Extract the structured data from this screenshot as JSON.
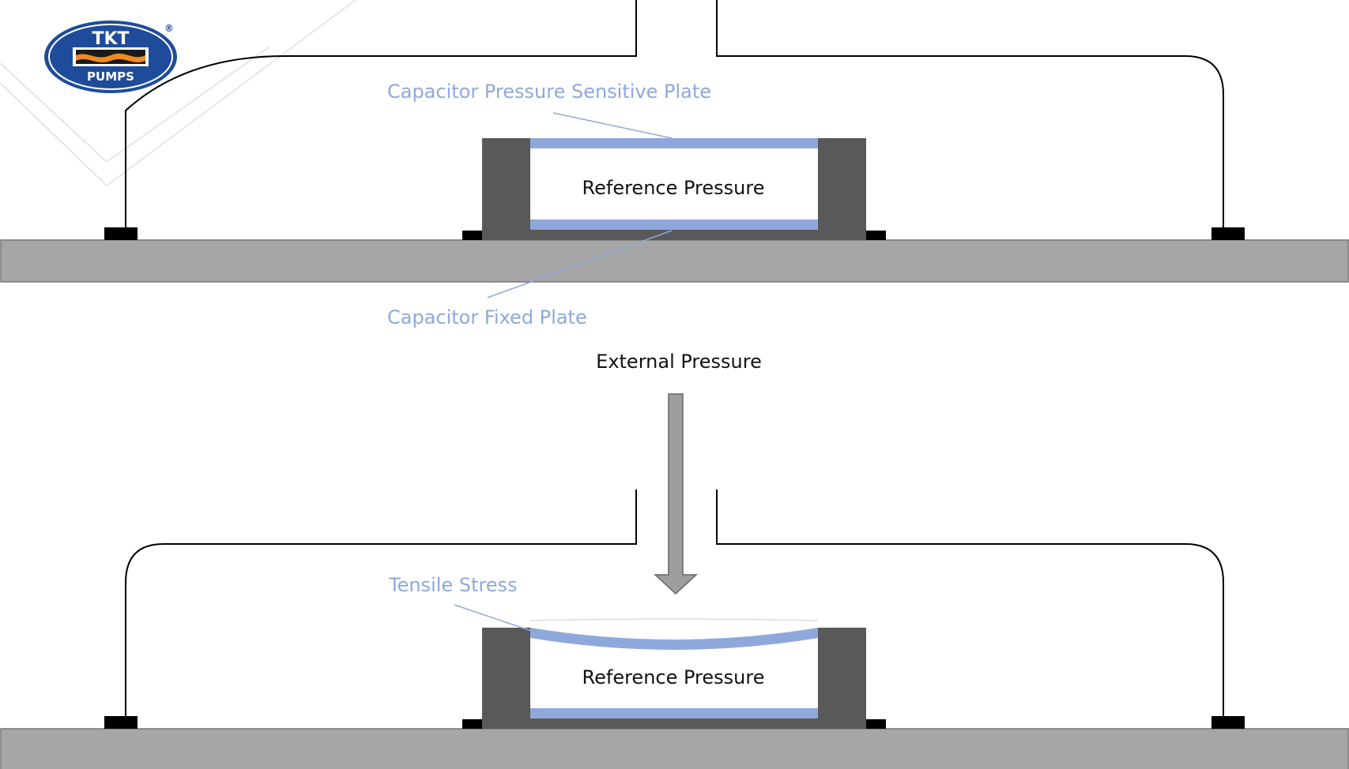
{
  "logo": {
    "line1": "TKT",
    "line2": "PUMPS",
    "registered": "®"
  },
  "labels": {
    "sensitive_plate": "Capacitor Pressure Sensitive Plate",
    "fixed_plate": "Capacitor Fixed Plate",
    "reference_pressure_top": "Reference Pressure",
    "external_pressure": "External Pressure",
    "tensile_stress": "Tensile Stress",
    "reference_pressure_bottom": "Reference Pressure"
  },
  "colors": {
    "plate": "#8fa8dc",
    "label_blue": "#8fa8dc",
    "housing": "#595959",
    "base": "#a6a6a6",
    "pad": "#000000",
    "arrow": "#9e9e9e",
    "logo_blue": "#1e4c9a",
    "logo_orange": "#f08a24"
  }
}
